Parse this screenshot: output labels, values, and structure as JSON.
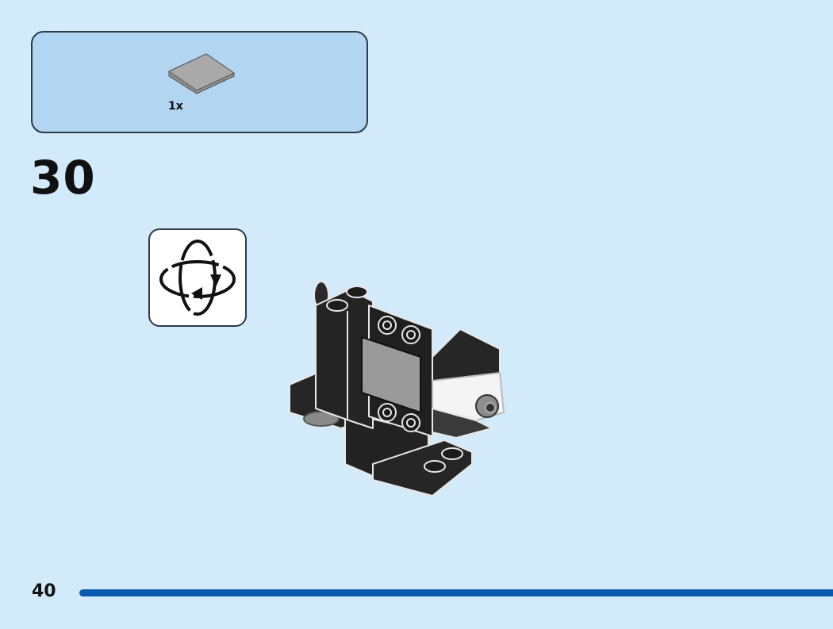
{
  "parts_callout": {
    "quantity": "1x",
    "part": "gray-tile-2x2-icon",
    "part_color": "#a9a9a9"
  },
  "step": {
    "number": "30"
  },
  "rotate_indicator": {
    "icon": "rotate-model-icon"
  },
  "footer": {
    "page_number": "40",
    "bar_color": "#0a5bae"
  },
  "colors": {
    "background": "#d3eafb",
    "callout_bg": "#b2d6f2",
    "model_black": "#232323"
  }
}
